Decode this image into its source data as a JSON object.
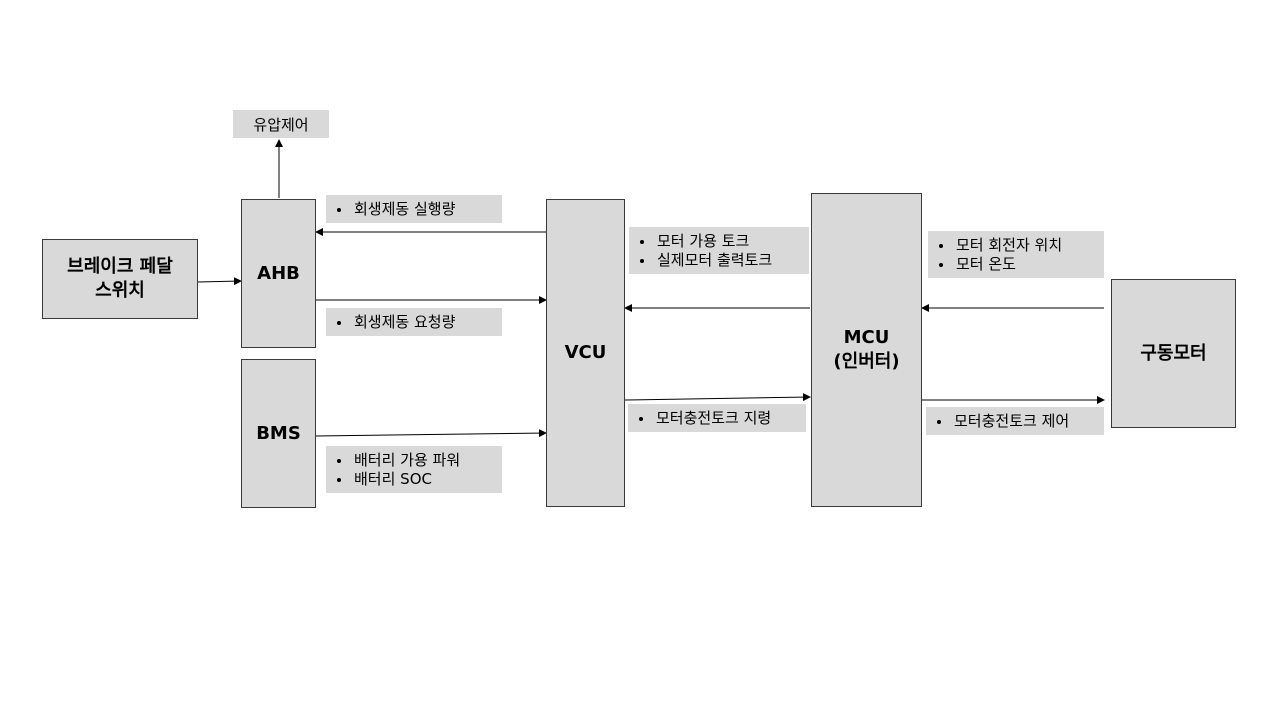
{
  "blocks": {
    "brake_switch": [
      "브레이크 페달",
      "스위치"
    ],
    "ahb": [
      "AHB"
    ],
    "bms": [
      "BMS"
    ],
    "vcu": [
      "VCU"
    ],
    "mcu": [
      "MCU",
      "(인버터)"
    ],
    "drive_motor": [
      "구동모터"
    ]
  },
  "labels": {
    "hydraulic_control": "유압제어",
    "regen_exec": [
      "회생제동 실행량"
    ],
    "regen_request": [
      "회생제동 요청량"
    ],
    "battery_info": [
      "배터리 가용 파워",
      "배터리 SOC"
    ],
    "motor_torque_info": [
      "모터 가용 토크",
      "실제모터 출력토크"
    ],
    "motor_charge_cmd": [
      "모터충전토크 지령"
    ],
    "motor_state": [
      "모터 회전자 위치",
      "모터 온도"
    ],
    "motor_charge_control": [
      "모터충전토크 제어"
    ]
  }
}
